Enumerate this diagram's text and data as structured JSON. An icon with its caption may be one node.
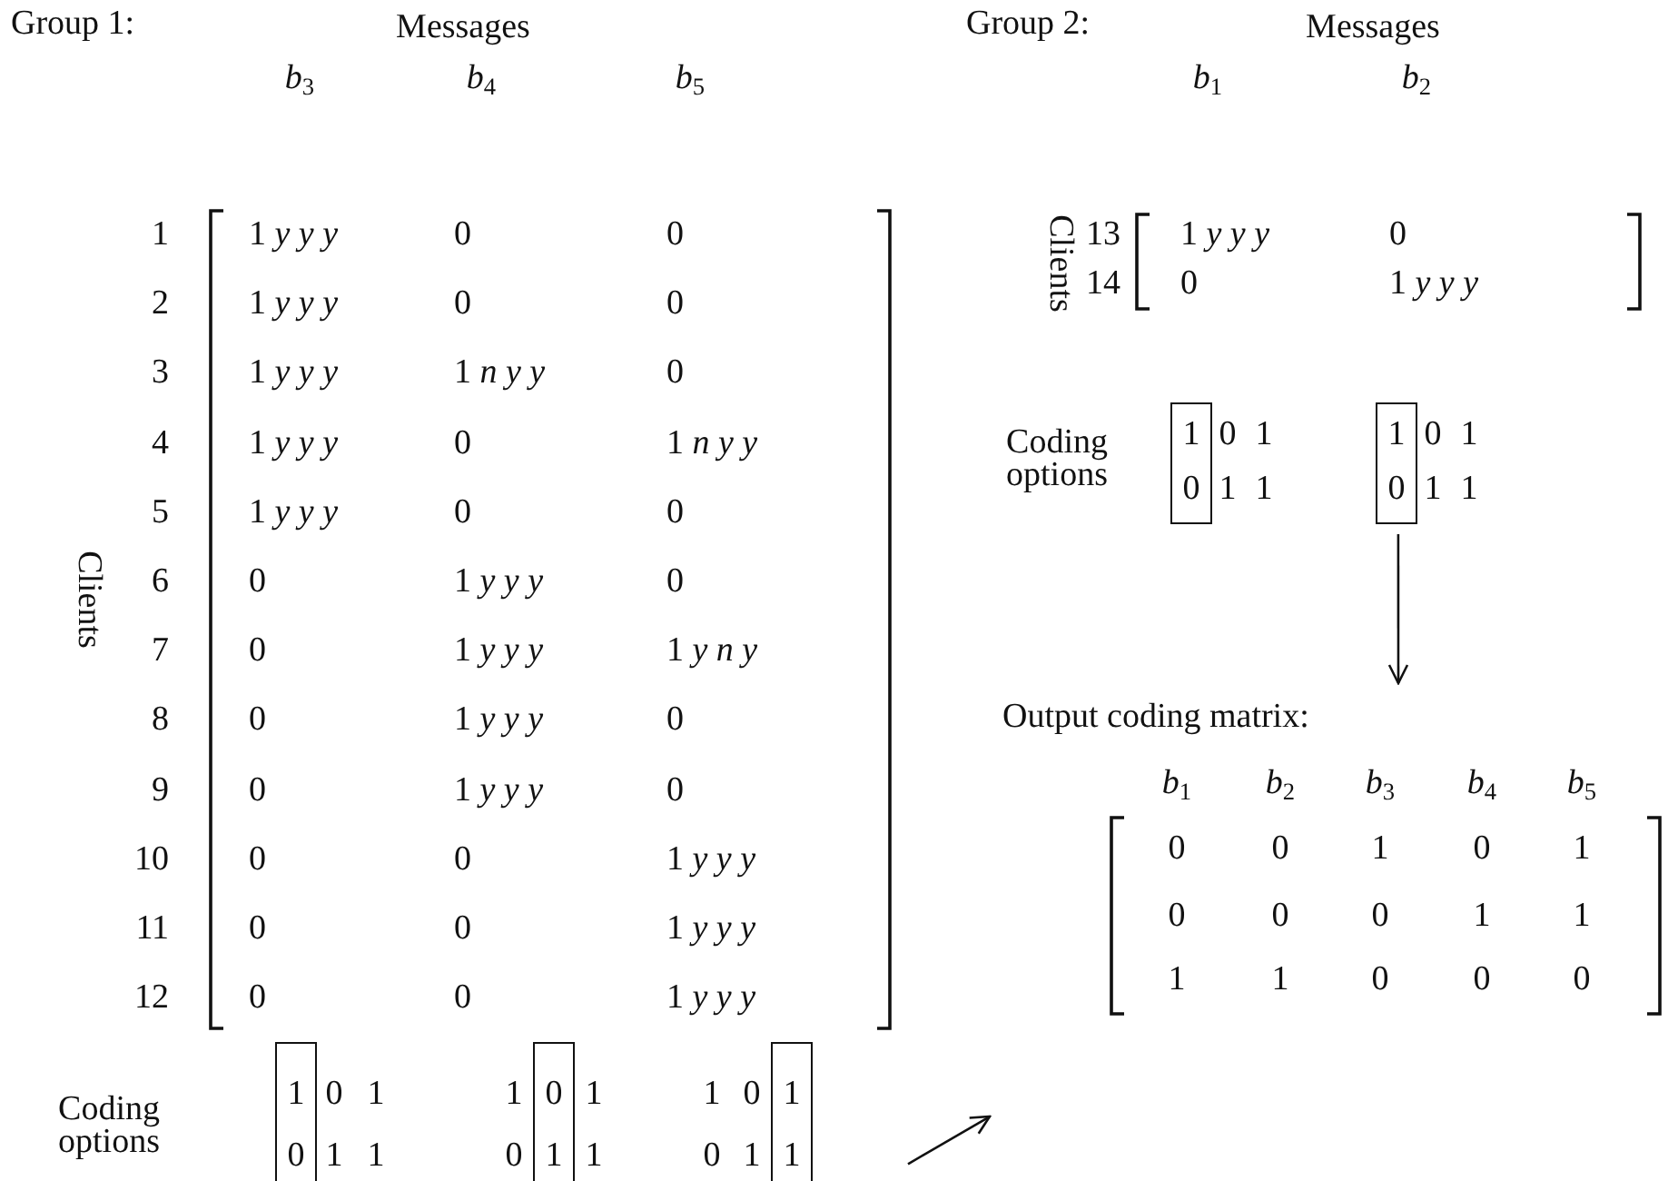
{
  "diagram": {
    "nodes": [
      {
        "text": [
          "Coding options"
        ]
      },
      {
        "text": [
          "Coding options"
        ]
      },
      {
        "text": [
          "Output coding matrix:"
        ]
      }
    ],
    "edges": [
      {
        "from": 0,
        "to": 2,
        "arrow": "to"
      },
      {
        "from": 1,
        "to": 2,
        "arrow": "to"
      }
    ],
    "labels": [
      "Group 1:",
      "Messages",
      "*b*$_{3}$",
      "*b*$_{4}$",
      "*b*$_{5}$",
      "Clients",
      "1",
      "1 *y y y*",
      "0",
      "0",
      "2",
      "1 *y y y*",
      "0",
      "0",
      "3",
      "1 *y y y*",
      "1 *n y y*",
      "0",
      "4",
      "1 *y y y*",
      "0",
      "1 *n y y*",
      "5",
      "1 *y y y*",
      "0",
      "0",
      "6",
      "0",
      "1 *y y y*",
      "0",
      "7",
      "0",
      "1 *y y y*",
      "1 *y n y*",
      "8",
      "0",
      "1 *y y y*",
      "0",
      "9",
      "0",
      "1 *y y y*",
      "0",
      "10",
      "0",
      "0",
      "1 *y y y*",
      "11",
      "0",
      "0",
      "1 *y y y*",
      "12",
      "0",
      "0",
      "1 *y y y*",
      "1",
      "0",
      "1",
      "0",
      "1",
      "1",
      "1",
      "0",
      "1",
      "0",
      "1",
      "1",
      "1",
      "0",
      "1",
      "0",
      "1",
      "1",
      "Group 2:",
      "Messages",
      "*b*$_{1}$",
      "*b*$_{2}$",
      "Clients",
      "13",
      "1 *y y y*",
      "0",
      "14",
      "0",
      "1 *y y y*",
      "1",
      "0",
      "1",
      "0",
      "1",
      "1",
      "1",
      "0",
      "1",
      "0",
      "1",
      "1",
      "*b*$_{1}$",
      "*b*$_{2}$",
      "*b*$_{3}$",
      "*b*$_{4}$",
      "*b*$_{5}$",
      "0",
      "0",
      "1",
      "0",
      "1",
      "0",
      "0",
      "0",
      "1",
      "1",
      "1",
      "1",
      "0",
      "0",
      "0"
    ]
  }
}
